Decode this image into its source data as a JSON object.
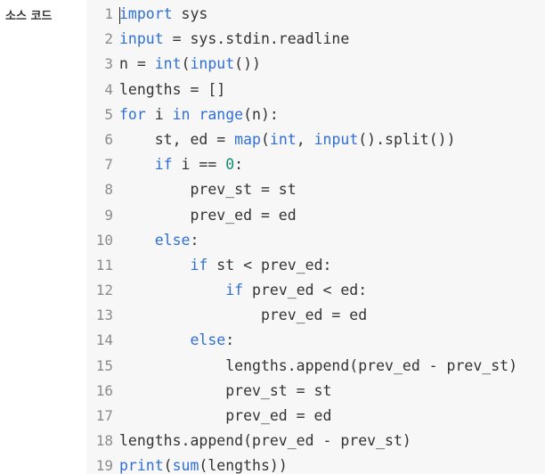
{
  "header": {
    "label": "소스 코드"
  },
  "code": {
    "lines": [
      {
        "num": "1",
        "tokens": [
          {
            "t": "import",
            "c": "kw"
          },
          {
            "t": " sys",
            "c": ""
          }
        ]
      },
      {
        "num": "2",
        "tokens": [
          {
            "t": "input",
            "c": "fn"
          },
          {
            "t": " = sys.stdin.readline",
            "c": ""
          }
        ]
      },
      {
        "num": "3",
        "tokens": [
          {
            "t": "n = ",
            "c": ""
          },
          {
            "t": "int",
            "c": "fn"
          },
          {
            "t": "(",
            "c": ""
          },
          {
            "t": "input",
            "c": "fn"
          },
          {
            "t": "())",
            "c": ""
          }
        ]
      },
      {
        "num": "4",
        "tokens": [
          {
            "t": "lengths = []",
            "c": ""
          }
        ]
      },
      {
        "num": "5",
        "tokens": [
          {
            "t": "for",
            "c": "kw"
          },
          {
            "t": " i ",
            "c": ""
          },
          {
            "t": "in",
            "c": "kw"
          },
          {
            "t": " ",
            "c": ""
          },
          {
            "t": "range",
            "c": "fn"
          },
          {
            "t": "(n):",
            "c": ""
          }
        ]
      },
      {
        "num": "6",
        "tokens": [
          {
            "t": "    st, ed = ",
            "c": ""
          },
          {
            "t": "map",
            "c": "fn"
          },
          {
            "t": "(",
            "c": ""
          },
          {
            "t": "int",
            "c": "fn"
          },
          {
            "t": ", ",
            "c": ""
          },
          {
            "t": "input",
            "c": "fn"
          },
          {
            "t": "().split())",
            "c": ""
          }
        ]
      },
      {
        "num": "7",
        "tokens": [
          {
            "t": "    ",
            "c": ""
          },
          {
            "t": "if",
            "c": "kw"
          },
          {
            "t": " i == ",
            "c": ""
          },
          {
            "t": "0",
            "c": "num"
          },
          {
            "t": ":",
            "c": ""
          }
        ]
      },
      {
        "num": "8",
        "tokens": [
          {
            "t": "        prev_st = st",
            "c": ""
          }
        ]
      },
      {
        "num": "9",
        "tokens": [
          {
            "t": "        prev_ed = ed",
            "c": ""
          }
        ]
      },
      {
        "num": "10",
        "tokens": [
          {
            "t": "    ",
            "c": ""
          },
          {
            "t": "else",
            "c": "kw"
          },
          {
            "t": ":",
            "c": ""
          }
        ]
      },
      {
        "num": "11",
        "tokens": [
          {
            "t": "        ",
            "c": ""
          },
          {
            "t": "if",
            "c": "kw"
          },
          {
            "t": " st < prev_ed:",
            "c": ""
          }
        ]
      },
      {
        "num": "12",
        "tokens": [
          {
            "t": "            ",
            "c": ""
          },
          {
            "t": "if",
            "c": "kw"
          },
          {
            "t": " prev_ed < ed:",
            "c": ""
          }
        ]
      },
      {
        "num": "13",
        "tokens": [
          {
            "t": "                prev_ed = ed",
            "c": ""
          }
        ]
      },
      {
        "num": "14",
        "tokens": [
          {
            "t": "        ",
            "c": ""
          },
          {
            "t": "else",
            "c": "kw"
          },
          {
            "t": ":",
            "c": ""
          }
        ]
      },
      {
        "num": "15",
        "tokens": [
          {
            "t": "            lengths.append(prev_ed - prev_st)",
            "c": ""
          }
        ]
      },
      {
        "num": "16",
        "tokens": [
          {
            "t": "            prev_st = st",
            "c": ""
          }
        ]
      },
      {
        "num": "17",
        "tokens": [
          {
            "t": "            prev_ed = ed",
            "c": ""
          }
        ]
      },
      {
        "num": "18",
        "tokens": [
          {
            "t": "lengths.append(prev_ed - prev_st)",
            "c": ""
          }
        ]
      },
      {
        "num": "19",
        "tokens": [
          {
            "t": "print",
            "c": "fn"
          },
          {
            "t": "(",
            "c": ""
          },
          {
            "t": "sum",
            "c": "fn"
          },
          {
            "t": "(lengths))",
            "c": ""
          }
        ]
      }
    ]
  },
  "colors": {
    "keyword": "#2f6fd6",
    "number": "#0f8d6b",
    "text": "#333333",
    "gutter": "#8c8c8c",
    "background": "#f7f7f7"
  }
}
